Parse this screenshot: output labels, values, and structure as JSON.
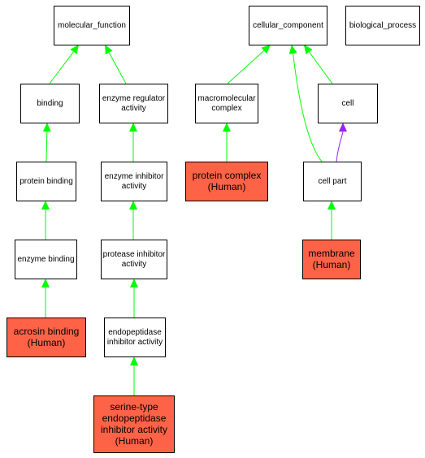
{
  "graph": {
    "nodes": [
      {
        "id": "molecular_function",
        "lines": [
          "molecular_function"
        ],
        "highlighted": false
      },
      {
        "id": "cellular_component",
        "lines": [
          "cellular_component"
        ],
        "highlighted": false
      },
      {
        "id": "biological_process",
        "lines": [
          "biological_process"
        ],
        "highlighted": false
      },
      {
        "id": "binding",
        "lines": [
          "binding"
        ],
        "highlighted": false
      },
      {
        "id": "enzyme_regulator_activity",
        "lines": [
          "enzyme regulator",
          "activity"
        ],
        "highlighted": false
      },
      {
        "id": "macromolecular_complex",
        "lines": [
          "macromolecular",
          "complex"
        ],
        "highlighted": false
      },
      {
        "id": "cell",
        "lines": [
          "cell"
        ],
        "highlighted": false
      },
      {
        "id": "protein_binding",
        "lines": [
          "protein binding"
        ],
        "highlighted": false
      },
      {
        "id": "enzyme_inhibitor_activity",
        "lines": [
          "enzyme inhibitor",
          "activity"
        ],
        "highlighted": false
      },
      {
        "id": "protein_complex",
        "lines": [
          "protein complex",
          "(Human)"
        ],
        "highlighted": true
      },
      {
        "id": "cell_part",
        "lines": [
          "cell part"
        ],
        "highlighted": false
      },
      {
        "id": "enzyme_binding",
        "lines": [
          "enzyme binding"
        ],
        "highlighted": false
      },
      {
        "id": "protease_inhibitor_activity",
        "lines": [
          "protease inhibitor",
          "activity"
        ],
        "highlighted": false
      },
      {
        "id": "membrane",
        "lines": [
          "membrane",
          "(Human)"
        ],
        "highlighted": true
      },
      {
        "id": "acrosin_binding",
        "lines": [
          "acrosin binding",
          "(Human)"
        ],
        "highlighted": true
      },
      {
        "id": "endopeptidase_inhibitor_activity",
        "lines": [
          "endopeptidase",
          "inhibitor activity"
        ],
        "highlighted": false
      },
      {
        "id": "serine_type_endopeptidase_inhibitor_activity",
        "lines": [
          "serine-type",
          "endopeptidase",
          "inhibitor activity",
          "(Human)"
        ],
        "highlighted": true
      }
    ],
    "edges": [
      {
        "from": "binding",
        "to": "molecular_function",
        "relation": "is_a"
      },
      {
        "from": "enzyme_regulator_activity",
        "to": "molecular_function",
        "relation": "is_a"
      },
      {
        "from": "protein_binding",
        "to": "binding",
        "relation": "is_a"
      },
      {
        "from": "enzyme_binding",
        "to": "protein_binding",
        "relation": "is_a"
      },
      {
        "from": "acrosin_binding",
        "to": "enzyme_binding",
        "relation": "is_a"
      },
      {
        "from": "enzyme_inhibitor_activity",
        "to": "enzyme_regulator_activity",
        "relation": "is_a"
      },
      {
        "from": "protease_inhibitor_activity",
        "to": "enzyme_inhibitor_activity",
        "relation": "is_a"
      },
      {
        "from": "endopeptidase_inhibitor_activity",
        "to": "protease_inhibitor_activity",
        "relation": "is_a"
      },
      {
        "from": "serine_type_endopeptidase_inhibitor_activity",
        "to": "endopeptidase_inhibitor_activity",
        "relation": "is_a"
      },
      {
        "from": "macromolecular_complex",
        "to": "cellular_component",
        "relation": "is_a"
      },
      {
        "from": "cell_part",
        "to": "cellular_component",
        "relation": "is_a"
      },
      {
        "from": "cell",
        "to": "cellular_component",
        "relation": "is_a"
      },
      {
        "from": "protein_complex",
        "to": "macromolecular_complex",
        "relation": "is_a"
      },
      {
        "from": "cell_part",
        "to": "cell",
        "relation": "part_of"
      },
      {
        "from": "membrane",
        "to": "cell_part",
        "relation": "is_a"
      }
    ]
  },
  "colors": {
    "node_fill": "#ffffff",
    "highlight_fill": "#ff6347",
    "node_border": "#000000",
    "is_a_edge": "#00ff00",
    "part_of_edge": "#a020f0"
  }
}
